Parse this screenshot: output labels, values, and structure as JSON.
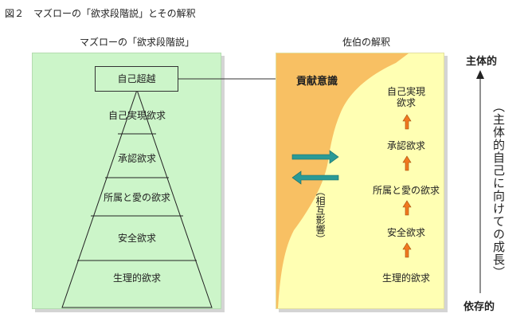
{
  "figure_title": "図２　マズローの「欲求段階説」とその解釈",
  "left": {
    "heading": "マズローの「欲求段階説」",
    "transcendence": "自己超越",
    "levels": [
      "自己実現欲求",
      "承認欲求",
      "所属と愛の欲求",
      "安全欲求",
      "生理的欲求"
    ]
  },
  "right": {
    "heading": "佐伯の解釈",
    "contribution": "貢献意識",
    "steps": [
      "自己実現\n欲求",
      "承認欲求",
      "所属と愛の欲求",
      "安全欲求",
      "生理的欲求"
    ],
    "interaction": "（相互影響）"
  },
  "axis": {
    "top": "主体的",
    "bottom": "依存的",
    "growth": "（主体的自己に向けての成長）"
  },
  "colors": {
    "left_panel": "#ccf5c9",
    "right_panel": "#ffffb3",
    "orange_region": "#f8c063",
    "step_arrow": "#f07820",
    "interaction_arrow": "#2a9a96"
  }
}
